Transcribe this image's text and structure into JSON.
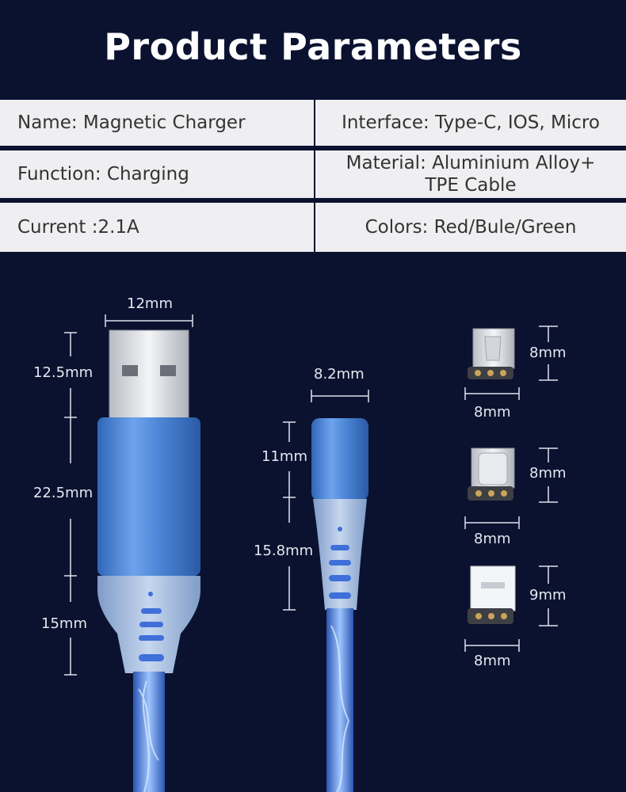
{
  "title": "Product Parameters",
  "parameters": [
    {
      "left": "Name: Magnetic Charger",
      "right": [
        "Interface: Type-C, IOS, Micro"
      ]
    },
    {
      "left": "Function: Charging",
      "right": [
        "Material: Aluminium Alloy+",
        "TPE Cable"
      ]
    },
    {
      "left": "Current :2.1A",
      "right": [
        "Colors: Red/Bule/Green"
      ]
    }
  ],
  "usb_cable": {
    "width_label": "12mm",
    "plug_label": "12.5mm",
    "housing_label": "22.5mm",
    "sleeve_label": "15mm"
  },
  "magnetic_cable": {
    "width_label": "8.2mm",
    "head_label": "11mm",
    "sleeve_label": "15.8mm"
  },
  "tips": [
    {
      "name": "micro-usb-tip",
      "height_label": "8mm",
      "width_label": "8mm"
    },
    {
      "name": "type-c-tip",
      "height_label": "8mm",
      "width_label": "8mm"
    },
    {
      "name": "lightning-tip",
      "height_label": "9mm",
      "width_label": "8mm"
    }
  ],
  "colors": {
    "background": "#0b1230",
    "table_row": "#efeff1",
    "cable_blue": "#4a86d8"
  }
}
